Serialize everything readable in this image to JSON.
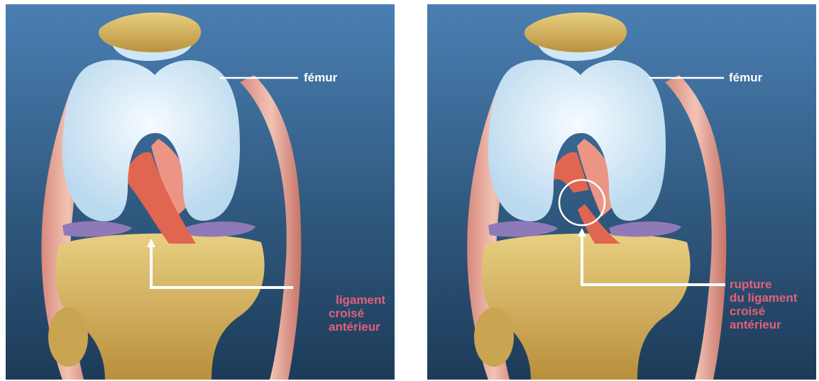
{
  "panels": [
    {
      "femur_label": "fémur",
      "ligament_label_lines": [
        "ligament",
        "croisé",
        "antérieur"
      ]
    },
    {
      "femur_label": "fémur",
      "rupture_label_lines": [
        "rupture",
        "du ligament",
        "croisé",
        "antérieur"
      ]
    }
  ],
  "colors": {
    "background": "#3b6a99",
    "bone": "#dcc06e",
    "cartilage": "#e3f1fb",
    "ligament": "#e7735f",
    "meniscus": "#8f7ab8",
    "label_pink": "#e4607a"
  }
}
